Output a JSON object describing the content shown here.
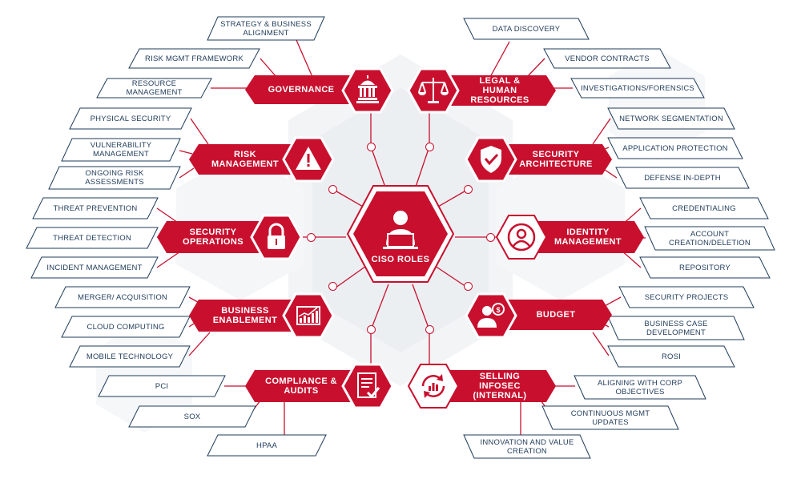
{
  "colors": {
    "red": "#c8102e",
    "navy": "#1f3b5a",
    "line": "#c8102e",
    "bg_hex": "#eef1f4"
  },
  "center": {
    "label": "CISO ROLES",
    "icon": "person-laptop-icon"
  },
  "categories": [
    {
      "key": "governance",
      "title": "GOVERNANCE",
      "icon": "capitol-building-icon",
      "items": [
        "STRATEGY & BUSINESS ALIGNMENT",
        "RISK MGMT FRAMEWORK",
        "RESOURCE MANAGEMENT"
      ]
    },
    {
      "key": "risk",
      "title": "RISK MANAGEMENT",
      "icon": "warning-icon",
      "items": [
        "PHYSICAL SECURITY",
        "VULNERABILITY MANAGEMENT",
        "ONGOING RISK ASSESSMENTS"
      ]
    },
    {
      "key": "secops",
      "title": "SECURITY OPERATIONS",
      "icon": "padlock-icon",
      "items": [
        "THREAT PREVENTION",
        "THREAT DETECTION",
        "INCIDENT MANAGEMENT"
      ]
    },
    {
      "key": "business",
      "title": "BUSINESS ENABLEMENT",
      "icon": "growth-chart-icon",
      "items": [
        "MERGER/ ACQUISITION",
        "CLOUD COMPUTING",
        "MOBILE TECHNOLOGY"
      ]
    },
    {
      "key": "compliance",
      "title": "COMPLIANCE & AUDITS",
      "icon": "checklist-icon",
      "items": [
        "PCI",
        "SOX",
        "HPAA"
      ]
    },
    {
      "key": "legal",
      "title": "LEGAL & HUMAN RESOURCES",
      "icon": "scales-icon",
      "items": [
        "DATA DISCOVERY",
        "VENDOR CONTRACTS",
        "INVESTIGATIONS/FORENSICS"
      ]
    },
    {
      "key": "secarch",
      "title": "SECURITY ARCHITECTURE",
      "icon": "shield-check-icon",
      "items": [
        "NETWORK SEGMENTATION",
        "APPLICATION PROTECTION",
        "DEFENSE IN-DEPTH"
      ]
    },
    {
      "key": "identity",
      "title": "IDENTITY MANAGEMENT",
      "icon": "user-circle-icon",
      "items": [
        "CREDENTIALING",
        "ACCOUNT CREATION/DELETION",
        "REPOSITORY"
      ]
    },
    {
      "key": "budget",
      "title": "BUDGET",
      "icon": "person-coin-icon",
      "items": [
        "SECURITY PROJECTS",
        "BUSINESS CASE DEVELOPMENT",
        "ROSI"
      ]
    },
    {
      "key": "selling",
      "title": "SELLING INFOSEC (INTERNAL)",
      "icon": "refresh-chart-icon",
      "items": [
        "ALIGNING WITH CORP OBJECTIVES",
        "CONTINUOUS MGMT UPDATES",
        "INNOVATION AND VALUE CREATION"
      ]
    }
  ]
}
